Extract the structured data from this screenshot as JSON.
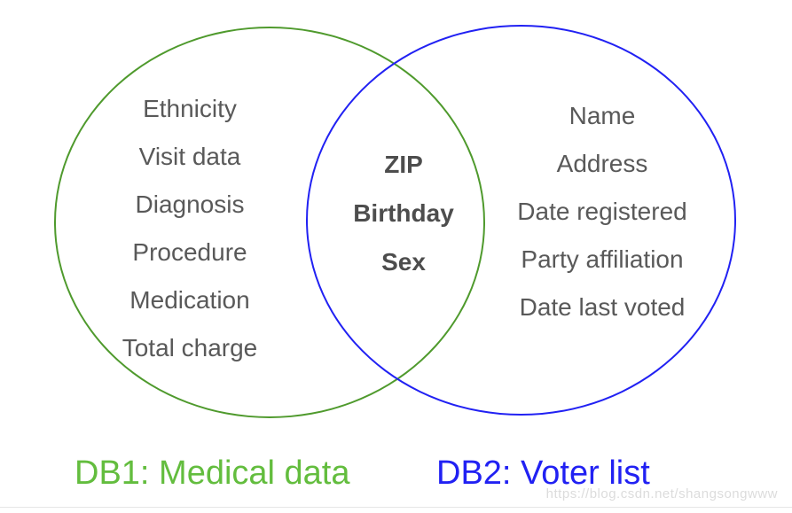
{
  "diagram": {
    "title_implicit": "Venn diagram of database fields",
    "left_circle": {
      "label": "DB1: Medical data",
      "stroke_color": "#4f9a2d",
      "label_color": "#63bd3e",
      "items": [
        "Ethnicity",
        "Visit data",
        "Diagnosis",
        "Procedure",
        "Medication",
        "Total charge"
      ]
    },
    "intersection": {
      "items": [
        "ZIP",
        "Birthday",
        "Sex"
      ],
      "text_color": "#4d4d4d"
    },
    "right_circle": {
      "label": "DB2: Voter list",
      "stroke_color": "#2121f3",
      "label_color": "#2121f3",
      "items": [
        "Name",
        "Address",
        "Date registered",
        "Party affiliation",
        "Date last voted"
      ]
    },
    "item_text_color": "#595959"
  },
  "watermark": "https://blog.csdn.net/shangsongwww"
}
